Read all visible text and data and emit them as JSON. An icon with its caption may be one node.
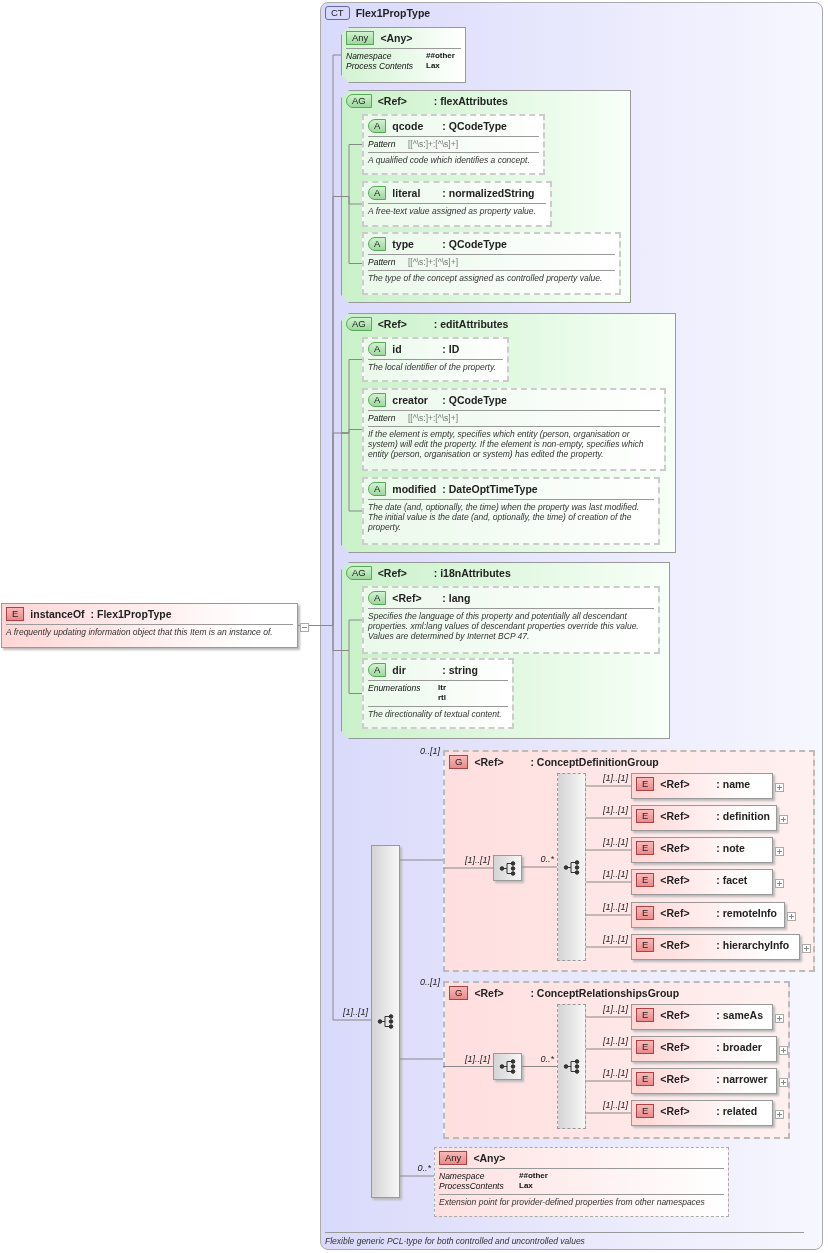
{
  "diagram": {
    "nodes": [
      {
        "text": [
          "E",
          "instanceOf",
          ": Flex1PropType",
          "A frequently updating information object that this Item is an instance of."
        ]
      },
      {
        "text": [
          "CT",
          "Flex1PropType",
          "Flexible generic PCL-type for both controlled and uncontrolled values"
        ]
      },
      {
        "text": [
          "Any",
          "<Any>",
          "Namespace",
          "##other",
          "Process Contents",
          "Lax"
        ],
        "in": 1
      },
      {
        "text": [
          "AG",
          "<Ref>",
          ": flexAttributes"
        ],
        "in": 1
      },
      {
        "text": [
          "A",
          "qcode",
          ": QCodeType",
          "Pattern",
          "[[^\\s:]+:[^\\s]+]",
          "A qualified code which identifies a concept."
        ],
        "in": 3
      },
      {
        "text": [
          "A",
          "literal",
          ": normalizedString",
          "A free-text value assigned as property value."
        ],
        "in": 3
      },
      {
        "text": [
          "A",
          "type",
          ": QCodeType",
          "Pattern",
          "[[^\\s:]+:[^\\s]+]",
          "The type of the concept assigned as controlled property value."
        ],
        "in": 3
      },
      {
        "text": [
          "AG",
          "<Ref>",
          ": editAttributes"
        ],
        "in": 1
      },
      {
        "text": [
          "A",
          "id",
          ": ID",
          "The local identifier of the property."
        ],
        "in": 7
      },
      {
        "text": [
          "A",
          "creator",
          ": QCodeType",
          "Pattern",
          "[[^\\s:]+:[^\\s]+]",
          "If the element is empty, specifies which entity (person, organisation or system) will edit the property. If the element is non-empty, specifies which entity (person, organisation or system) has edited the property."
        ],
        "in": 7
      },
      {
        "text": [
          "A",
          "modified",
          ": DateOptTimeType",
          "The date (and, optionally, the time) when the property was last modified. The initial value is the date (and, optionally, the time) of creation of the property."
        ],
        "in": 7
      },
      {
        "text": [
          "AG",
          "<Ref>",
          ": i18nAttributes"
        ],
        "in": 1
      },
      {
        "text": [
          "A",
          "<Ref>",
          ": lang",
          "Specifies the language of this property and potentially all descendant properties. xml:lang values of descendant properties override this value. Values are determined by Internet BCP 47."
        ],
        "in": 11
      },
      {
        "text": [
          "A",
          "dir",
          ": string",
          "Enumerations",
          "ltr",
          "rtl",
          "The directionality of textual content."
        ],
        "in": 11
      },
      {
        "text": [],
        "shape": "box",
        "in": 1
      },
      {
        "text": [
          "G",
          "<Ref>",
          ": ConceptDefinitionGroup"
        ],
        "beside": [
          "0..[1]"
        ],
        "in": 1
      },
      {
        "text": [],
        "shape": "box",
        "in": 15
      },
      {
        "text": [],
        "shape": "box",
        "in": 15
      },
      {
        "text": [
          "E",
          "<Ref>",
          ": name"
        ],
        "in": 15
      },
      {
        "text": [
          "E",
          "<Ref>",
          ": definition"
        ],
        "in": 15
      },
      {
        "text": [
          "E",
          "<Ref>",
          ": note"
        ],
        "in": 15
      },
      {
        "text": [
          "E",
          "<Ref>",
          ": facet"
        ],
        "in": 15
      },
      {
        "text": [
          "E",
          "<Ref>",
          ": remoteInfo"
        ],
        "in": 15
      },
      {
        "text": [
          "E",
          "<Ref>",
          ": hierarchyInfo"
        ],
        "in": 15
      },
      {
        "text": [
          "G",
          "<Ref>",
          ": ConceptRelationshipsGroup"
        ],
        "beside": [
          "0..[1]"
        ],
        "in": 1
      },
      {
        "text": [],
        "shape": "box",
        "in": 24
      },
      {
        "text": [],
        "shape": "box",
        "in": 24
      },
      {
        "text": [
          "E",
          "<Ref>",
          ": sameAs"
        ],
        "in": 24
      },
      {
        "text": [
          "E",
          "<Ref>",
          ": broader"
        ],
        "in": 24
      },
      {
        "text": [
          "E",
          "<Ref>",
          ": narrower"
        ],
        "in": 24
      },
      {
        "text": [
          "E",
          "<Ref>",
          ": related"
        ],
        "in": 24
      },
      {
        "text": [
          "Any",
          "<Any>",
          "Namespace",
          "##other",
          "ProcessContents",
          "Lax",
          "Extension point for provider-defined properties from other namespaces"
        ],
        "in": 1
      }
    ],
    "edges": [
      {
        "from": 0,
        "to": 2,
        "arrow": "none"
      },
      {
        "from": 0,
        "to": 3,
        "arrow": "none"
      },
      {
        "from": 0,
        "to": 7,
        "arrow": "none"
      },
      {
        "from": 0,
        "to": 11,
        "arrow": "none"
      },
      {
        "from": 0,
        "to": 14,
        "arrow": "none",
        "label": "[1]..[1]"
      },
      {
        "from": 3,
        "to": 4,
        "arrow": "none"
      },
      {
        "from": 3,
        "to": 5,
        "arrow": "none"
      },
      {
        "from": 3,
        "to": 6,
        "arrow": "none"
      },
      {
        "from": 7,
        "to": 8,
        "arrow": "none"
      },
      {
        "from": 7,
        "to": 9,
        "arrow": "none"
      },
      {
        "from": 7,
        "to": 10,
        "arrow": "none"
      },
      {
        "from": 11,
        "to": 12,
        "arrow": "none"
      },
      {
        "from": 11,
        "to": 13,
        "arrow": "none"
      },
      {
        "from": 14,
        "to": 15,
        "arrow": "none"
      },
      {
        "from": 15,
        "to": 16,
        "arrow": "none",
        "label": "[1]..[1]"
      },
      {
        "from": 16,
        "to": 17,
        "arrow": "none",
        "label": "0..*"
      },
      {
        "from": 17,
        "to": 18,
        "arrow": "none",
        "label": "[1]..[1]"
      },
      {
        "from": 17,
        "to": 19,
        "arrow": "none",
        "label": "[1]..[1]"
      },
      {
        "from": 17,
        "to": 20,
        "arrow": "none",
        "label": "[1]..[1]"
      },
      {
        "from": 17,
        "to": 21,
        "arrow": "none",
        "label": "[1]..[1]"
      },
      {
        "from": 17,
        "to": 22,
        "arrow": "none",
        "label": "[1]..[1]"
      },
      {
        "from": 17,
        "to": 23,
        "arrow": "none",
        "label": "[1]..[1]"
      },
      {
        "from": 14,
        "to": 24,
        "arrow": "none"
      },
      {
        "from": 24,
        "to": 25,
        "arrow": "none",
        "label": "[1]..[1]"
      },
      {
        "from": 25,
        "to": 26,
        "arrow": "none",
        "label": "0..*"
      },
      {
        "from": 26,
        "to": 27,
        "arrow": "none",
        "label": "[1]..[1]"
      },
      {
        "from": 26,
        "to": 28,
        "arrow": "none",
        "label": "[1]..[1]"
      },
      {
        "from": 26,
        "to": 29,
        "arrow": "none",
        "label": "[1]..[1]"
      },
      {
        "from": 26,
        "to": 30,
        "arrow": "none",
        "label": "[1]..[1]"
      },
      {
        "from": 14,
        "to": 31,
        "arrow": "none",
        "label": "0..*"
      }
    ]
  }
}
